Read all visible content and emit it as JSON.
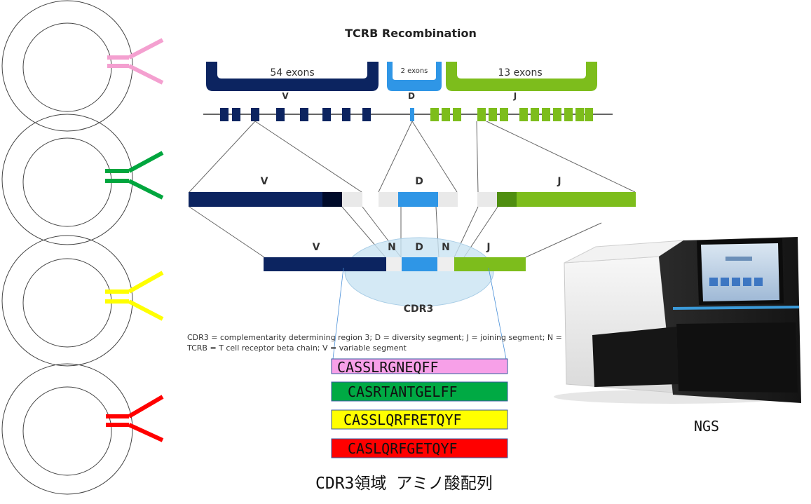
{
  "diagram": {
    "title": "TCRB Recombination",
    "exon_groups": {
      "v": {
        "label": "54 exons",
        "color": "#0c2460"
      },
      "d": {
        "label": "2 exons",
        "color": "#2f96e6"
      },
      "j": {
        "label": "13 exons",
        "color": "#7dbd1c"
      }
    },
    "gene_letters": {
      "v": "V",
      "d": "D",
      "j": "J"
    },
    "rearranged_letters": {
      "v": "V",
      "n1": "N",
      "d": "D",
      "n2": "N",
      "j": "J"
    },
    "cdr3_label": "CDR3",
    "caption_line1": "CDR3 = complementarity  determining  region 3; D = diversity segment; J = joining segment; N =",
    "caption_line2": "TCRB = T cell receptor beta chain; V = variable segment"
  },
  "cells": [
    {
      "color": "#f4a0d0"
    },
    {
      "color": "#00a63e"
    },
    {
      "color": "#ffff00"
    },
    {
      "color": "#ff0000"
    }
  ],
  "sequences": [
    {
      "text": "CASSLRGNEQFF",
      "color": "#f7a0e8"
    },
    {
      "text": "CASRTANTGELFF",
      "color": "#00aa44"
    },
    {
      "text": "CASSLQRFRETQYF",
      "color": "#ffff00"
    },
    {
      "text": "CASLQRFGETQYF",
      "color": "#ff0000"
    }
  ],
  "footer_label": "CDR3領域 アミノ酸配列",
  "ngs_label": "NGS"
}
